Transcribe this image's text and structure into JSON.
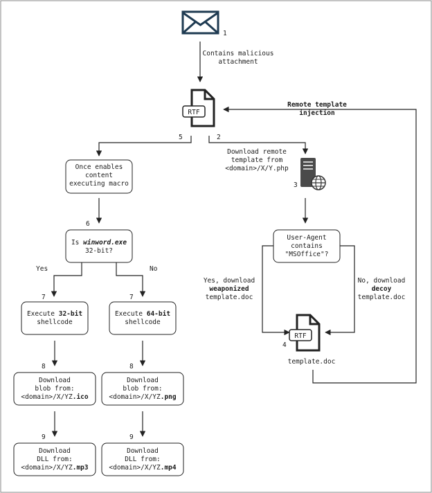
{
  "nodes": {
    "email": {
      "step": "1",
      "edge_label": [
        "Contains malicious",
        "attachment"
      ]
    },
    "rtf_top": {
      "badge": "RTF"
    },
    "remote_label": [
      "Remote template",
      "injection"
    ],
    "step2": "2",
    "step5": "5",
    "download_remote": [
      "Download remote",
      "template from",
      "<domain>/X/Y.php"
    ],
    "server": {
      "step": "3"
    },
    "enable": [
      "Once enables",
      "content",
      "executing macro"
    ],
    "step6": "6",
    "winword": {
      "pre": "Is ",
      "em": "winword.exe",
      "line2": "32-bit?"
    },
    "yes": "Yes",
    "no": "No",
    "useragent": [
      "User-Agent",
      "contains",
      "\"MSOffice\"?"
    ],
    "yes_dl": [
      "Yes, download",
      "weaponized",
      "template.doc"
    ],
    "no_dl": [
      "No, download",
      "decoy",
      "template.doc"
    ],
    "step7a": "7",
    "step7b": "7",
    "exec32": {
      "pre": "Execute ",
      "em": "32-bit",
      "line2": "shellcode"
    },
    "exec64": {
      "pre": "Execute ",
      "em": "64-bit",
      "line2": "shellcode"
    },
    "rtf_bottom": {
      "badge": "RTF",
      "step": "4",
      "caption": "template.doc"
    },
    "step8a": "8",
    "step8b": "8",
    "blob_ico": {
      "l1": "Download",
      "l2": "blob from:",
      "pre": "<domain>/X/YZ",
      "em": ".ico"
    },
    "blob_png": {
      "l1": "Download",
      "l2": "blob from:",
      "pre": "<domain>/X/YZ",
      "em": ".png"
    },
    "step9a": "9",
    "step9b": "9",
    "dll_mp3": {
      "l1": "Download",
      "l2": "DLL from:",
      "pre": "<domain>/X/YZ",
      "em": ".mp3"
    },
    "dll_mp4": {
      "l1": "Download",
      "l2": "DLL from:",
      "pre": "<domain>/X/YZ",
      "em": ".mp4"
    }
  },
  "colors": {
    "line": "#222222",
    "server_dark": "#4a4a4a",
    "globe": "#333333"
  }
}
